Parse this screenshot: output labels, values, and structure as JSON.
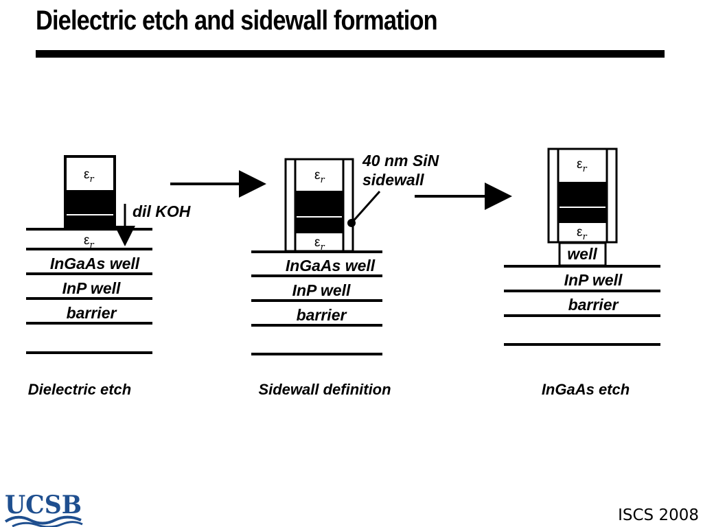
{
  "title": "Dielectric etch and sidewall formation",
  "epsilon": {
    "symbol": "ε",
    "sub": "r"
  },
  "stages": [
    {
      "caption": "Dielectric etch",
      "layers": [
        "InGaAs well",
        "InP well",
        "barrier"
      ],
      "etchant_label": "dil KOH"
    },
    {
      "caption": "Sidewall definition",
      "layers": [
        "InGaAs well",
        "InP well",
        "barrier"
      ],
      "sidewall_label": [
        "40 nm SiN",
        "sidewall"
      ]
    },
    {
      "caption": "InGaAs etch",
      "layers": [
        "well",
        "InP well",
        "barrier"
      ]
    }
  ],
  "footer": {
    "logo_text": "UCSB",
    "conference": "ISCS 2008",
    "logo_color": "#1f4f8f"
  }
}
